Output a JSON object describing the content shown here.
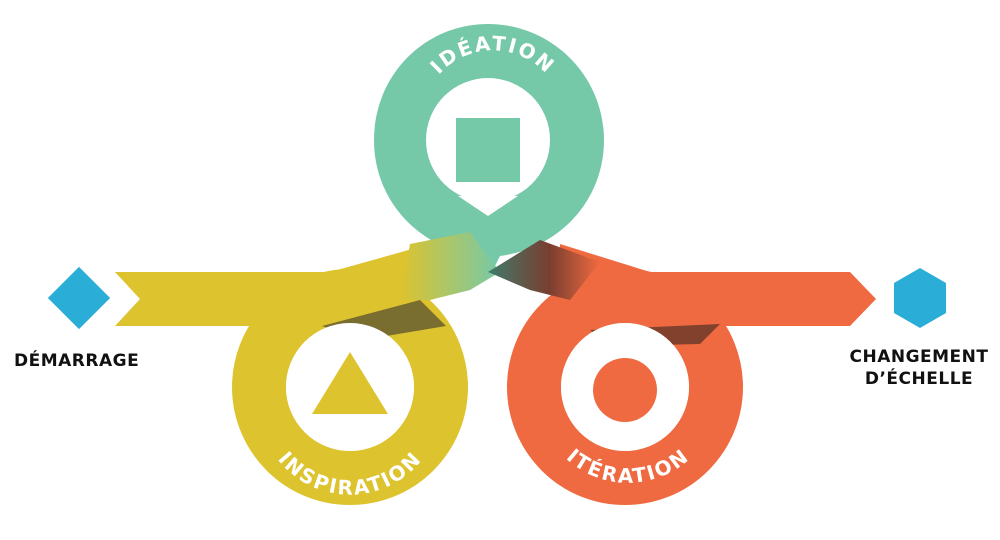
{
  "start": {
    "label": "DÉMARRAGE",
    "color": "#2aaed8"
  },
  "end": {
    "label_line1": "CHANGEMENT",
    "label_line2": "D’ÉCHELLE",
    "color": "#2aaed8"
  },
  "phases": {
    "inspiration": {
      "label": "INSPIRATION",
      "color": "#ddc32e",
      "shadow": "#6e6430"
    },
    "ideation": {
      "label": "IDÉATION",
      "color": "#75c9a8"
    },
    "iteration": {
      "label": "ITÉRATION",
      "color": "#ef6a40",
      "shadow": "#6e3a2a"
    }
  }
}
